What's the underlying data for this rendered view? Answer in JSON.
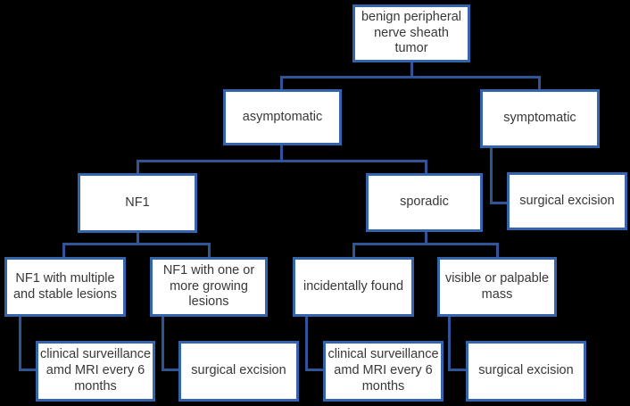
{
  "title": "benign peripheral nerve sheath tumor management flowchart",
  "theme": {
    "background": "#000000",
    "node_fill": "#ffffff",
    "node_border": "#3465ac",
    "connector": "#2f5597",
    "text": "#383838"
  },
  "nodes": [
    {
      "id": "root",
      "label": "benign peripheral nerve sheath tumor"
    },
    {
      "id": "asymptomatic",
      "label": "asymptomatic"
    },
    {
      "id": "symptomatic",
      "label": "symptomatic"
    },
    {
      "id": "nf1",
      "label": "NF1"
    },
    {
      "id": "sporadic",
      "label": "sporadic"
    },
    {
      "id": "surgical-excision-symptomatic",
      "label": "surgical excision"
    },
    {
      "id": "nf1-multiple-stable-lesions",
      "label": "NF1 with multiple and stable lesions"
    },
    {
      "id": "nf1-growing-lesions",
      "label": "NF1 with one or more growing lesions"
    },
    {
      "id": "incidentally-found",
      "label": "incidentally found"
    },
    {
      "id": "visible-palpable-mass",
      "label": "visible or palpable mass"
    },
    {
      "id": "surveillance-nf1-stable",
      "label": "clinical surveillance amd MRI every 6 months"
    },
    {
      "id": "surgical-excision-nf1-growing",
      "label": "surgical excision"
    },
    {
      "id": "surveillance-incidental",
      "label": "clinical surveillance amd MRI every 6 months"
    },
    {
      "id": "surgical-excision-mass",
      "label": "surgical excision"
    }
  ],
  "edges": [
    {
      "from": "root",
      "to": "asymptomatic"
    },
    {
      "from": "root",
      "to": "symptomatic"
    },
    {
      "from": "asymptomatic",
      "to": "nf1"
    },
    {
      "from": "asymptomatic",
      "to": "sporadic"
    },
    {
      "from": "symptomatic",
      "to": "surgical-excision-symptomatic"
    },
    {
      "from": "nf1",
      "to": "nf1-multiple-stable-lesions"
    },
    {
      "from": "nf1",
      "to": "nf1-growing-lesions"
    },
    {
      "from": "sporadic",
      "to": "incidentally-found"
    },
    {
      "from": "sporadic",
      "to": "visible-palpable-mass"
    },
    {
      "from": "nf1-multiple-stable-lesions",
      "to": "surveillance-nf1-stable"
    },
    {
      "from": "nf1-growing-lesions",
      "to": "surgical-excision-nf1-growing"
    },
    {
      "from": "incidentally-found",
      "to": "surveillance-incidental"
    },
    {
      "from": "visible-palpable-mass",
      "to": "surgical-excision-mass"
    }
  ]
}
